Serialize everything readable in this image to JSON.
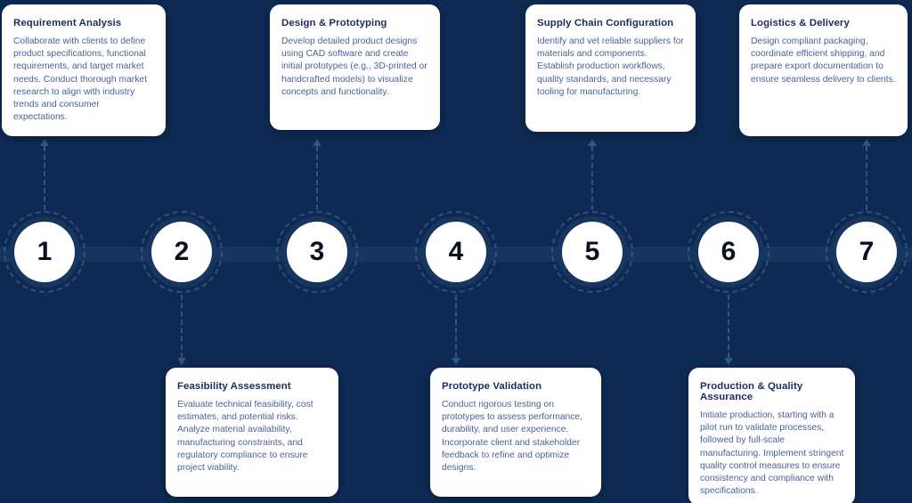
{
  "diagram": {
    "type": "process-timeline",
    "orientation": "horizontal",
    "step_count": 7
  },
  "colors": {
    "background": "#0e2a52",
    "timeline_band": "#16355f",
    "card_background": "#ffffff",
    "card_title": "#1b2d5c",
    "card_body": "#48639a",
    "step_number": "#0b101e",
    "dashed_connector": "#34547f"
  },
  "steps": [
    {
      "number": "1",
      "side": "top",
      "title": "Requirement Analysis",
      "description": "Collaborate with clients to define product specifications, functional requirements, and target market needs. Conduct thorough market research to align with industry trends and consumer expectations."
    },
    {
      "number": "2",
      "side": "bottom",
      "title": "Feasibility Assessment",
      "description": "Evaluate technical feasibility, cost estimates, and potential risks. Analyze material availability, manufacturing constraints, and regulatory compliance to ensure project viability."
    },
    {
      "number": "3",
      "side": "top",
      "title": "Design & Prototyping",
      "description": "Develop detailed product designs using CAD software and create initial prototypes (e.g., 3D-printed or handcrafted models) to visualize concepts and functionality."
    },
    {
      "number": "4",
      "side": "bottom",
      "title": "Prototype Validation",
      "description": "Conduct rigorous testing on prototypes to assess performance, durability, and user experience. Incorporate client and stakeholder feedback to refine and optimize designs."
    },
    {
      "number": "5",
      "side": "top",
      "title": "Supply Chain Configuration",
      "description": "Identify and vet reliable suppliers for materials and components. Establish production workflows, quality standards, and necessary tooling for manufacturing."
    },
    {
      "number": "6",
      "side": "bottom",
      "title": "Production & Quality Assurance",
      "description": "Initiate production, starting with a pilot run to validate processes, followed by full-scale manufacturing. Implement stringent quality control measures to ensure consistency and compliance with specifications."
    },
    {
      "number": "7",
      "side": "top",
      "title": "Logistics & Delivery",
      "description": "Design compliant packaging, coordinate efficient shipping, and prepare export documentation to ensure seamless delivery to clients."
    }
  ]
}
